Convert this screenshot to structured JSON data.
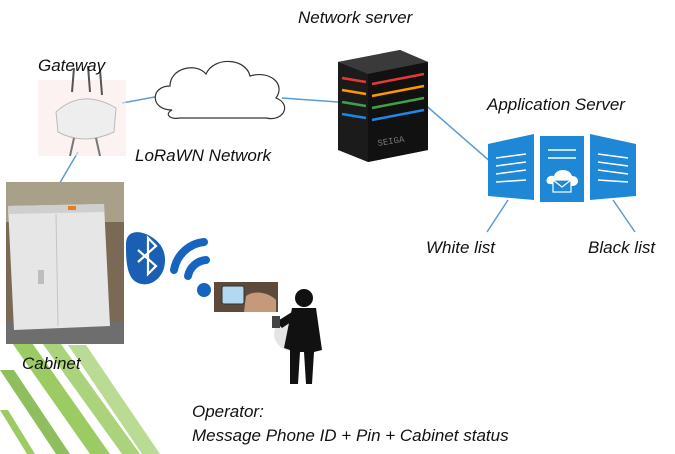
{
  "labels": {
    "network_server": "Network server",
    "gateway": "Gateway",
    "lorawan": "LoRaWN Network",
    "application_server": "Application Server",
    "white_list": "White list",
    "black_list": "Black list",
    "cabinet": "Cabinet",
    "operator_line1": "Operator:",
    "operator_line2": "Message Phone ID + Pin + Cabinet status"
  },
  "server_brand": "SEIGA",
  "colors": {
    "link": "#5b9bd5",
    "app_server": "#1e88d6",
    "bluetooth": "#1a5fb4",
    "wifi": "#1565c0",
    "green_stripes": "#7cc143"
  },
  "icons": [
    "gateway-icon",
    "cloud-icon",
    "server-icon",
    "app-server-icon",
    "cabinet-icon",
    "bluetooth-icon",
    "wifi-icon",
    "phone-icon",
    "operator-icon"
  ]
}
